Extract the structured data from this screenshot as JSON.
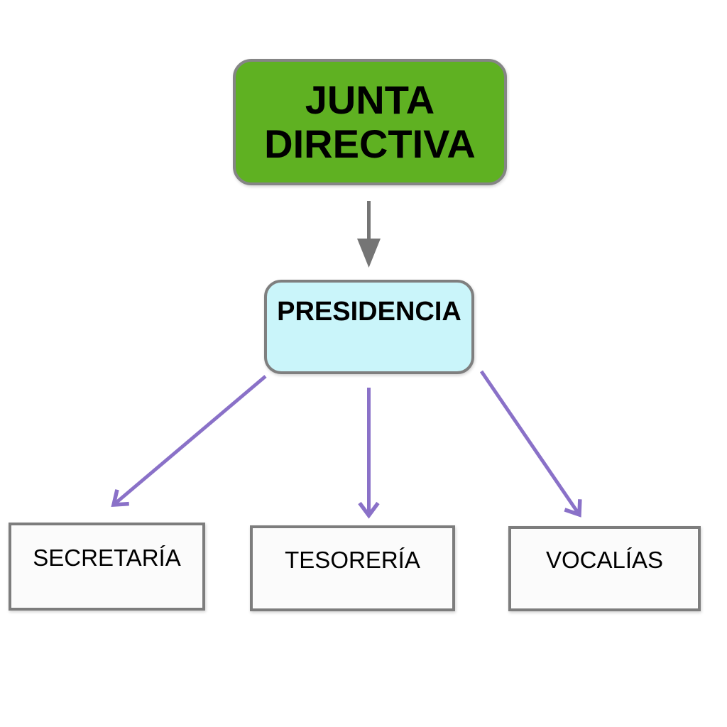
{
  "diagram": {
    "background_color": "#ffffff",
    "nodes": [
      {
        "id": "junta-directiva",
        "label": "JUNTA\nDIRECTIVA",
        "fill_color": "#5fb122",
        "border_color": "#858585",
        "shape": "rounded-rectangle",
        "level": 1
      },
      {
        "id": "presidencia",
        "label": "PRESIDENCIA",
        "fill_color": "#caf5fa",
        "border_color": "#7f7f7f",
        "shape": "rounded-rectangle",
        "level": 2
      },
      {
        "id": "secretaria",
        "label": "SECRETARÍA",
        "fill_color": "#fbfbfb",
        "border_color": "#7d7d7d",
        "shape": "rectangle",
        "level": 3
      },
      {
        "id": "tesoreria",
        "label": "TESORERÍA",
        "fill_color": "#fbfbfb",
        "border_color": "#7d7d7d",
        "shape": "rectangle",
        "level": 3
      },
      {
        "id": "vocalias",
        "label": "VOCALÍAS",
        "fill_color": "#fbfbfb",
        "border_color": "#7d7d7d",
        "shape": "rectangle",
        "level": 3
      }
    ],
    "connectors": [
      {
        "from": "junta-directiva",
        "to": "presidencia",
        "color": "#757575",
        "head": "filled-triangle",
        "direction": "down"
      },
      {
        "from": "presidencia",
        "to": "secretaria",
        "color": "#8a71c8",
        "head": "open-arrow",
        "direction": "down-left"
      },
      {
        "from": "presidencia",
        "to": "tesoreria",
        "color": "#8a71c8",
        "head": "open-arrow",
        "direction": "down"
      },
      {
        "from": "presidencia",
        "to": "vocalias",
        "color": "#8a71c8",
        "head": "open-arrow",
        "direction": "down-right"
      }
    ]
  }
}
